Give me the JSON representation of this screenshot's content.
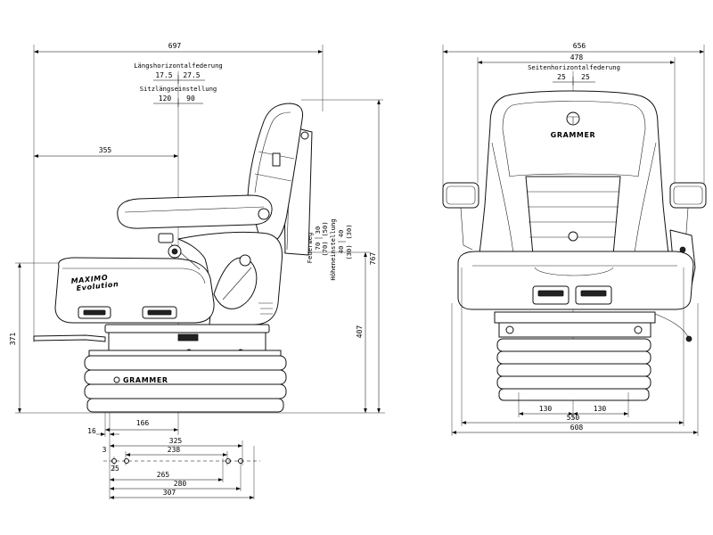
{
  "side_view": {
    "overall_length": "697",
    "fore_aft_isolator": {
      "label": "Längshorizontalfederung",
      "front": "17.5",
      "rear": "27.5"
    },
    "seat_slide": {
      "label": "Sitzlängseinstellung",
      "front": "120",
      "rear": "90"
    },
    "seat_reference_offset": "355",
    "suspension_travel": {
      "label": "Federweg",
      "values": [
        "30",
        "70"
      ],
      "alt_values": [
        "(50)",
        "(70)"
      ]
    },
    "height_adjustment": {
      "label": "Höheneinstellung",
      "values": [
        "40",
        "40"
      ],
      "alt_values": [
        "(30)",
        "(30)"
      ]
    },
    "overall_height": "767",
    "seat_height": "407",
    "cushion_height": "371",
    "base_offset": "166",
    "rail_offset": "16",
    "mounting": {
      "outer_span": "325",
      "inner_span": "238",
      "small_offset": "3",
      "hole_offset": "25",
      "span_265": "265",
      "span_280": "280",
      "span_307": "307"
    },
    "logos": {
      "cushion_line1": "MAXIMO",
      "cushion_line2": "Evolution",
      "base": "GRAMMER"
    }
  },
  "front_view": {
    "overall_width": "656",
    "backrest_width": "478",
    "lateral_isolator": {
      "label": "Seitenhorizontalfederung",
      "left": "25",
      "right": "25"
    },
    "mounting_half_widths": [
      "130",
      "130"
    ],
    "base_width": "550",
    "base_overall_width": "608",
    "logos": {
      "backrest": "GRAMMER"
    }
  },
  "colors": {
    "line": "#000000",
    "background": "#ffffff"
  }
}
